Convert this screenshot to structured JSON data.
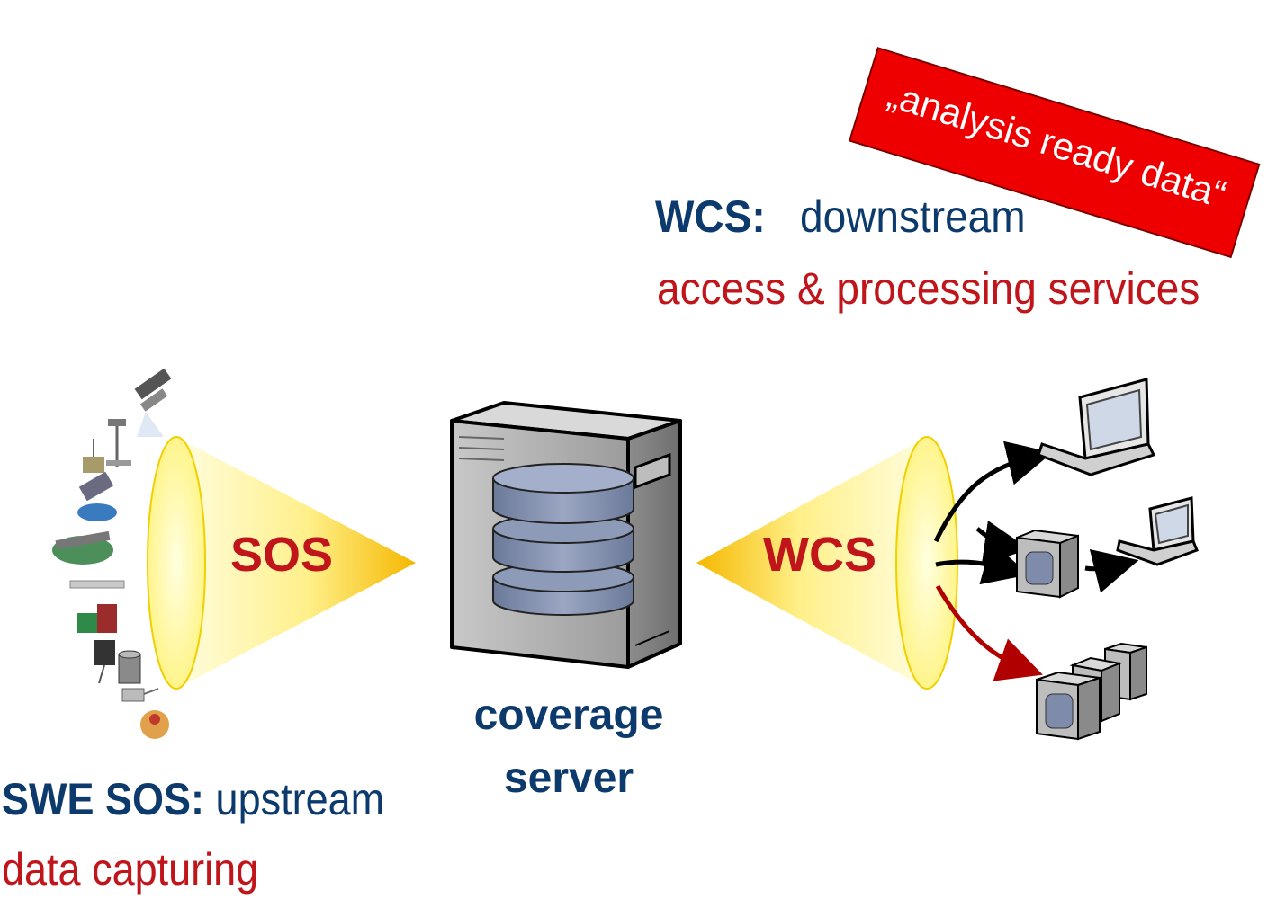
{
  "banner": {
    "text": "„analysis ready data“",
    "color": "#ee0000"
  },
  "downstream": {
    "title": "WCS:",
    "subtitle_inline": "downstream",
    "line2": "access & processing services"
  },
  "upstream": {
    "title": "SWE SOS:",
    "subtitle_inline": "upstream",
    "line2": "data capturing"
  },
  "server": {
    "line1": "coverage",
    "line2": "server"
  },
  "cones": {
    "left_label": "SOS",
    "right_label": "WCS"
  },
  "colors": {
    "navy": "#0d3a6c",
    "red": "#c0151b",
    "cone_edge": "#f5c400",
    "cone_fill": "#fff7b0"
  },
  "icons": [
    "satellite-icon",
    "weather-station-icon",
    "sensor-icon",
    "earth-satellite-icon",
    "sensor-array-icon",
    "probe-icon",
    "instrument-icon",
    "camera-icon",
    "canister-icon",
    "gauge-icon",
    "person-icon",
    "server-tower-icon",
    "database-icon",
    "laptop-icon",
    "server-cluster-icon"
  ]
}
